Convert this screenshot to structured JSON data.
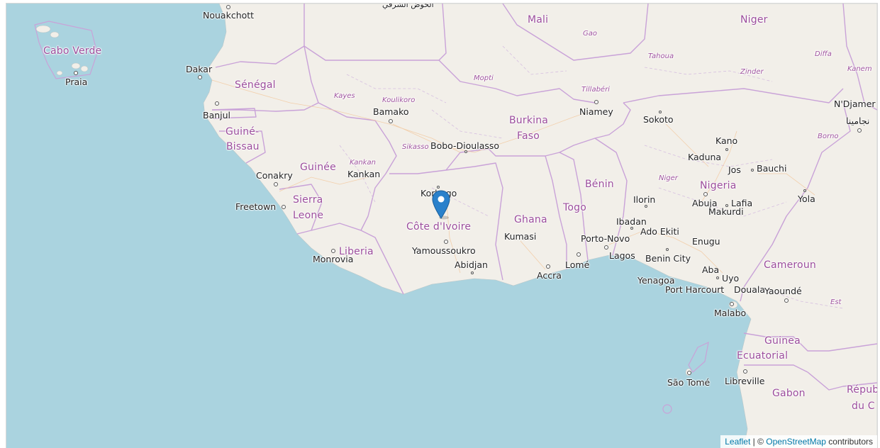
{
  "map": {
    "marker_label": "map marker",
    "attribution": {
      "leaflet": "Leaflet",
      "separator": " | © ",
      "osm": "OpenStreetMap",
      "suffix": " contributors"
    }
  },
  "countries": {
    "cabo_verde": "Cabo Verde",
    "mali": "Mali",
    "niger": "Niger",
    "senegal": "Sénégal",
    "guine_line1": "Guiné-",
    "guine_line2": "Bissau",
    "guinee": "Guinée",
    "sierra_line1": "Sierra",
    "sierra_line2": "Leone",
    "liberia": "Liberia",
    "burkina_line1": "Burkina",
    "burkina_line2": "Faso",
    "cote_divoire": "Côte d'Ivoire",
    "ghana": "Ghana",
    "togo": "Togo",
    "benin": "Bénin",
    "nigeria": "Nigeria",
    "cameroun": "Cameroun",
    "guinea_line1": "Guinea",
    "guinea_line2": "Ecuatorial",
    "gabon": "Gabon",
    "rep_line1": "Répub",
    "rep_line2": "du C"
  },
  "cities": {
    "nouakchott": "Nouakchott",
    "praia": "Praia",
    "dakar": "Dakar",
    "banjul": "Banjul",
    "bamako": "Bamako",
    "niamey": "Niamey",
    "ndjamena": "N'Djamer",
    "ndjamena_ar": "نجامينا",
    "sokoto": "Sokoto",
    "kano": "Kano",
    "kaduna": "Kaduna",
    "jos": "Jos",
    "bauchi": "Bauchi",
    "bobo": "Bobo-Dioulasso",
    "conakry": "Conakry",
    "kankan": "Kankan",
    "freetown": "Freetown",
    "korhogo": "Korhogo",
    "monrovia": "Monrovia",
    "yamoussoukro": "Yamoussoukro",
    "abidjan": "Abidjan",
    "kumasi": "Kumasi",
    "accra": "Accra",
    "lome": "Lomé",
    "porto_novo": "Porto-Novo",
    "lagos": "Lagos",
    "ibadan": "Ibadan",
    "ado_ekiti": "Ado Ekiti",
    "ilorin": "Ilorin",
    "abuja": "Abuja",
    "lafia": "Lafia",
    "makurdi": "Makurdi",
    "yola": "Yola",
    "enugu": "Enugu",
    "benin_city": "Benin City",
    "aba": "Aba",
    "uyo": "Uyo",
    "yenagoa": "Yenagoa",
    "port_harcourt": "Port Harcourt",
    "douala": "Douala",
    "yaounde": "Yaoundé",
    "malabo": "Malabo",
    "sao_tome": "São Tomé",
    "libreville": "Libreville",
    "arabic_top": "الحوض الشرقي"
  },
  "regions": {
    "gao": "Gao",
    "tahoua": "Tahoua",
    "diffa": "Diffa",
    "kanem": "Kanem",
    "zinder": "Zinder",
    "mopti": "Mopti",
    "kayes": "Kayes",
    "koulikoro": "Koulikoro",
    "tillaberi": "Tillabéri",
    "sikasso": "Sikasso",
    "kankan_reg": "Kankan",
    "borno": "Borno",
    "niger_reg": "Niger",
    "est": "Est"
  }
}
